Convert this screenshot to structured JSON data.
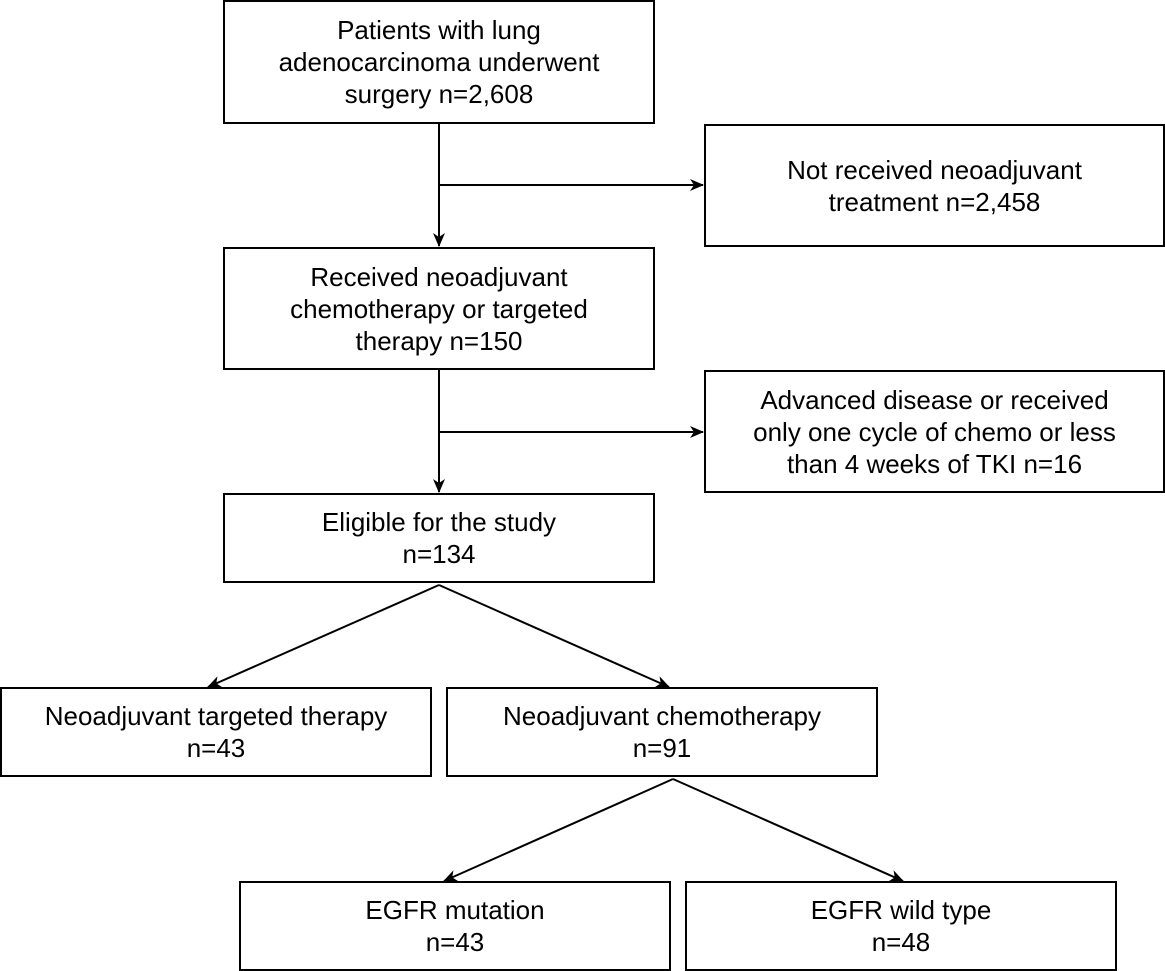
{
  "boxes": {
    "surgery": {
      "lines": [
        "Patients with lung",
        "adenocarcinoma underwent",
        "surgery n=2,608"
      ]
    },
    "not_neo": {
      "lines": [
        "Not received neoadjuvant",
        "treatment n=2,458"
      ]
    },
    "received": {
      "lines": [
        "Received neoadjuvant",
        "chemotherapy or targeted",
        "therapy n=150"
      ]
    },
    "excluded": {
      "lines": [
        "Advanced disease or received",
        "only one cycle of chemo or less",
        "than 4 weeks of TKI n=16"
      ]
    },
    "eligible": {
      "lines": [
        "Eligible for the study",
        "n=134"
      ]
    },
    "targeted": {
      "lines": [
        "Neoadjuvant targeted therapy",
        "n=43"
      ]
    },
    "chemo": {
      "lines": [
        "Neoadjuvant chemotherapy",
        "n=91"
      ]
    },
    "egfr_mut": {
      "lines": [
        "EGFR mutation",
        "n=43"
      ]
    },
    "egfr_wild": {
      "lines": [
        "EGFR wild type",
        "n=48"
      ]
    }
  }
}
